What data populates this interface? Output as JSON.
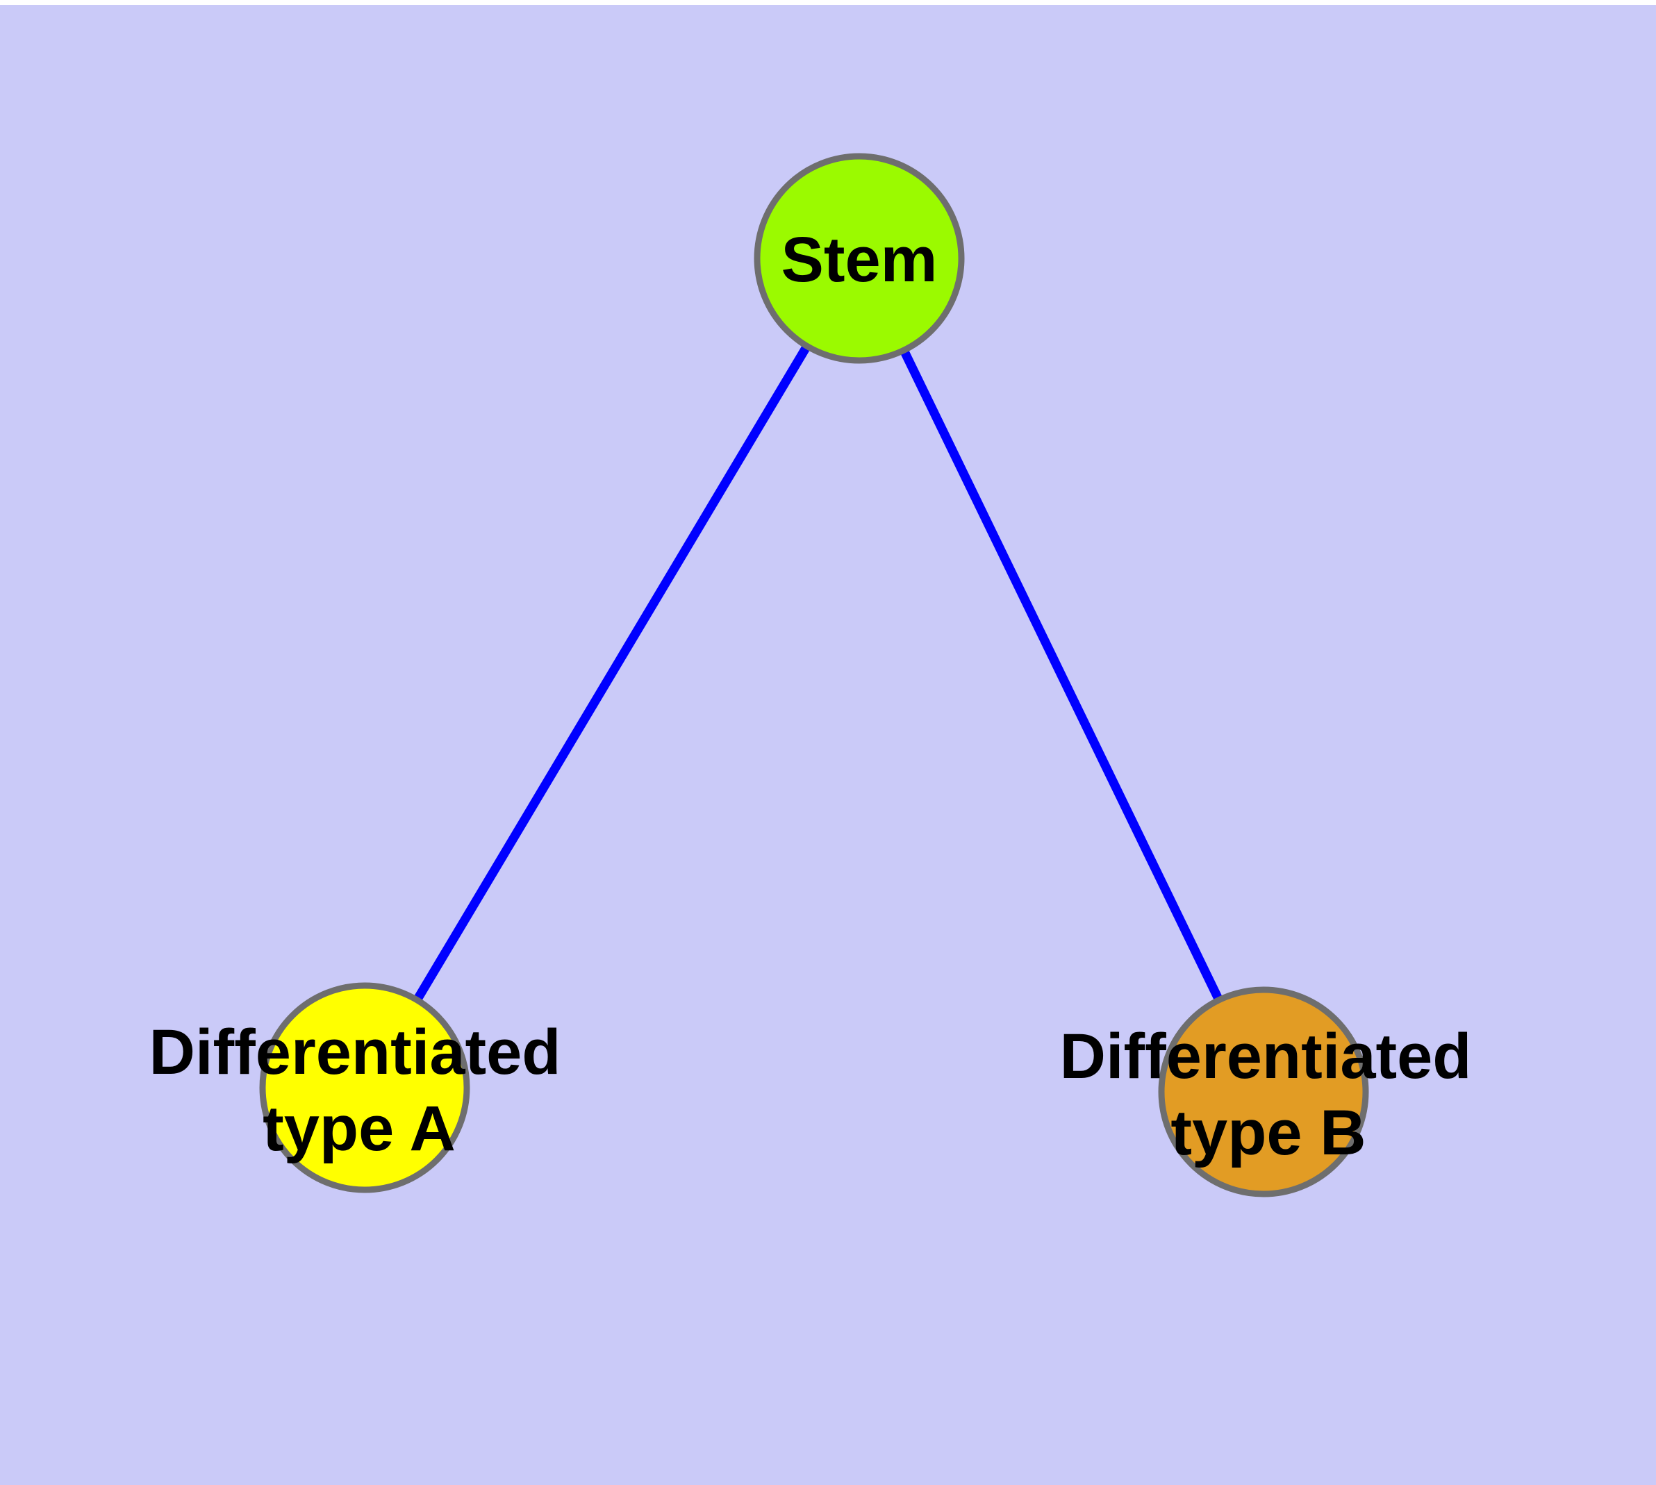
{
  "canvas": {
    "background_color": "#CACAF8",
    "top_strip_color": "#FFFFFF"
  },
  "diagram": {
    "type": "node-link-graph",
    "description": "Stem cell differentiation graph: one stem node linked to two differentiated cell type nodes",
    "text_color": "#000000",
    "node_border_color": "#6E6E6E",
    "nodes": [
      {
        "id": "stem",
        "label": "Stem",
        "label_lines": [
          "Stem"
        ],
        "color": "#9BFA00"
      },
      {
        "id": "differentiated-type-a",
        "label": "Differentiated type A",
        "label_lines": [
          "Differentiated",
          "type A"
        ],
        "color": "#FFFF00"
      },
      {
        "id": "differentiated-type-b",
        "label": "Differentiated type B",
        "label_lines": [
          "Differentiated",
          "type B"
        ],
        "color": "#E29C24"
      }
    ],
    "edges": [
      {
        "from": "stem",
        "to": "differentiated-type-a",
        "color": "#0000FF"
      },
      {
        "from": "stem",
        "to": "differentiated-type-b",
        "color": "#0000FF"
      }
    ]
  }
}
